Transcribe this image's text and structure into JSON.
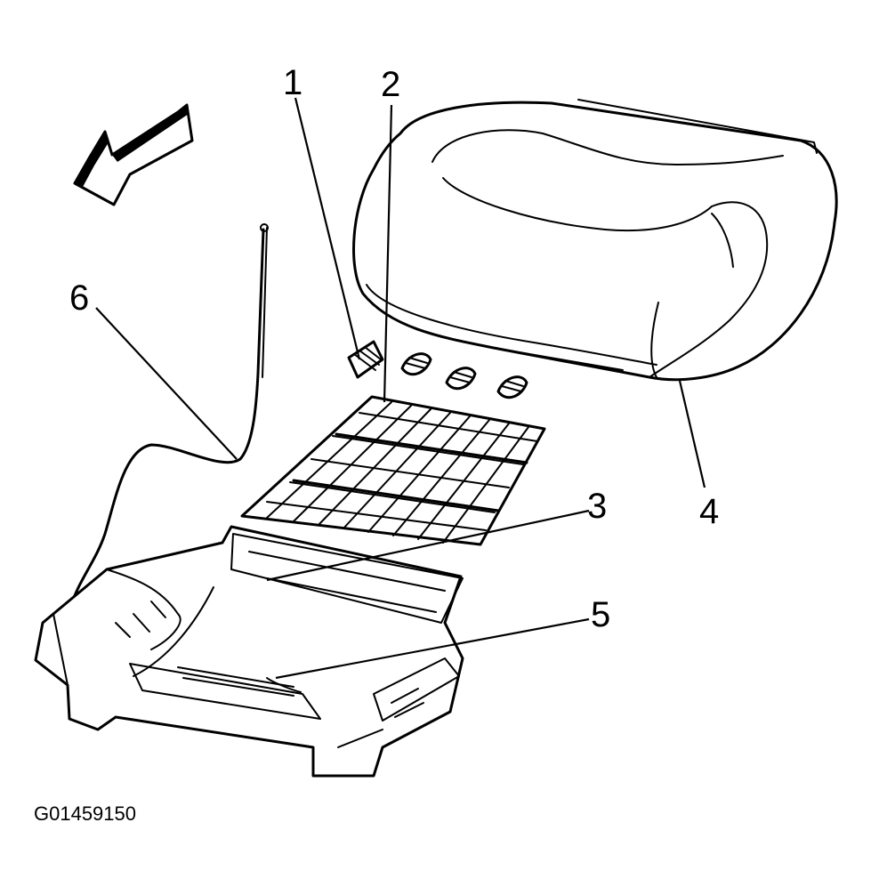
{
  "callouts": {
    "c1": "1",
    "c2": "2",
    "c3": "3",
    "c4": "4",
    "c5": "5",
    "c6": "6"
  },
  "figure_id": "G01459150",
  "icons": {
    "direction_arrow": "forward-arrow-icon"
  },
  "colors": {
    "ink": "#000000",
    "paper": "#ffffff"
  }
}
